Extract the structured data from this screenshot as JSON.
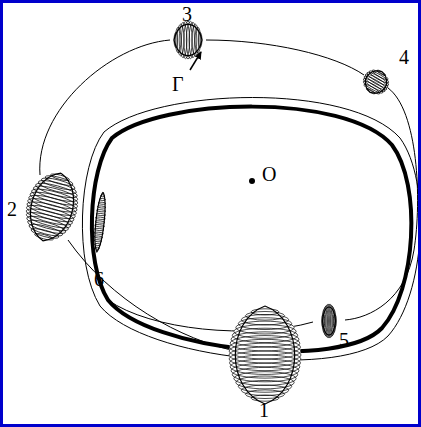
{
  "diagram": {
    "labels": [
      "3",
      "4",
      "Γ",
      "O",
      "2",
      "6",
      "5",
      "1"
    ]
  }
}
